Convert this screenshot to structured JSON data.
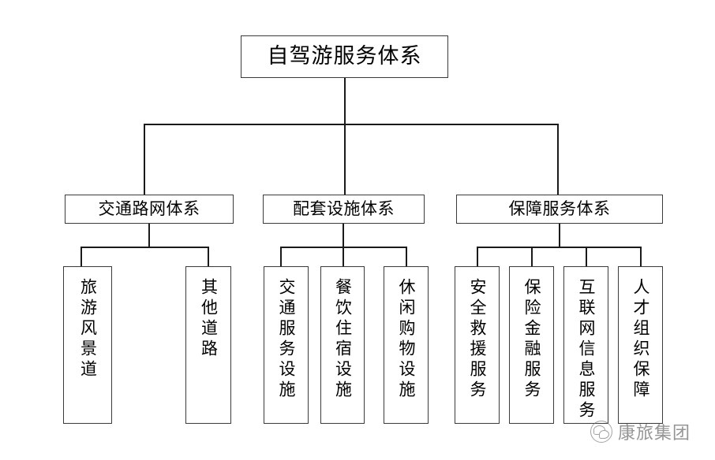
{
  "diagram": {
    "type": "organizational-tree",
    "title": "自驾游服务体系",
    "root": {
      "label": "自驾游服务体系"
    },
    "branches": [
      {
        "id": "transport",
        "label": "交通路网体系",
        "children": [
          {
            "id": "scenic-byway",
            "label": "旅游风景道"
          },
          {
            "id": "other-roads",
            "label": "其他道路"
          }
        ]
      },
      {
        "id": "facilities",
        "label": "配套设施体系",
        "children": [
          {
            "id": "transport-service-facility",
            "label": "交通服务设施"
          },
          {
            "id": "dining-lodging-facility",
            "label": "餐饮住宿设施"
          },
          {
            "id": "leisure-shopping-facility",
            "label": "休闲购物设施"
          }
        ]
      },
      {
        "id": "support",
        "label": "保障服务体系",
        "children": [
          {
            "id": "safety-rescue-service",
            "label": "安全救援服务"
          },
          {
            "id": "insurance-finance-service",
            "label": "保险金融服务"
          },
          {
            "id": "internet-information-service",
            "label": "互联网信息服务"
          },
          {
            "id": "talent-organization-support",
            "label": "人才组织保障"
          }
        ]
      }
    ]
  },
  "watermark": {
    "text": "康旅集团",
    "logo_icon": "wechat-logo-icon"
  },
  "colors": {
    "background": "#ffffff",
    "box_border": "#3a3a3a",
    "connector_line": "#1a1a1a",
    "text": "#000000",
    "watermark_text": "#555555"
  }
}
